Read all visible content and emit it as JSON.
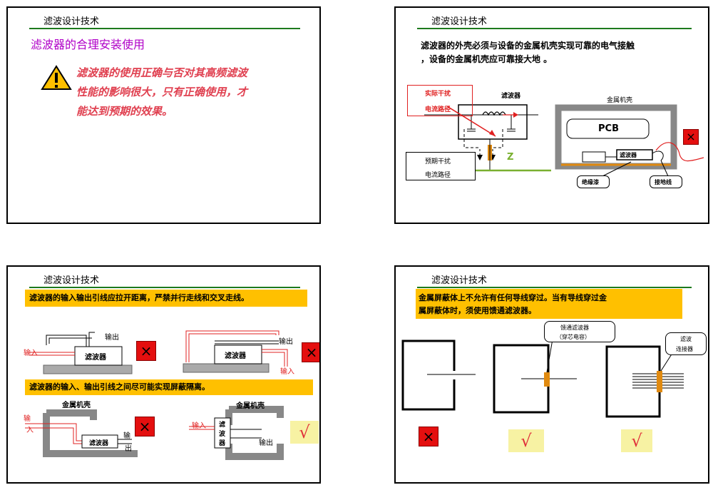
{
  "header": "滤波设计技术",
  "slide1": {
    "subtitle": "滤波器的合理安装使用",
    "warning_line1": "滤波器的使用正确与否对其高频滤波",
    "warning_line2": "性能的影响很大，只有正确使用，才",
    "warning_line3": "能达到预期的效果。"
  },
  "slide2": {
    "text_line1": "滤波器的外壳必须与设备的金属机壳实现可靠的电气接触",
    "text_line2": "，设备的金属机壳应可靠接大地 。",
    "actual_line1": "实际干扰",
    "actual_line2": "电流路径",
    "filter_label": "滤波器",
    "expected_line1": "预期干扰",
    "expected_line2": "电流路径",
    "z_label": "Z",
    "chassis_label": "金属机壳",
    "pcb_label": "PCB",
    "filter_small": "滤波器",
    "insulation_label": "绝缘漆",
    "ground_label": "接地线",
    "x_mark": "×"
  },
  "slide3": {
    "banner1": "滤波器的输入输出引线应拉开距离，严禁并行走线和交叉走线。",
    "banner2": "滤波器的输入、输出引线之间尽可能实现屏蔽隔离。",
    "out_label": "输出",
    "in_label": "输入",
    "filter_label": "滤波器",
    "chassis_label": "金属机壳",
    "in_v1": "输",
    "in_v2": "入",
    "out_v1": "输",
    "out_v2": "出",
    "filter_v1": "滤",
    "filter_v2": "波",
    "filter_v3": "器",
    "x_mark": "×",
    "check_mark": "√"
  },
  "slide4": {
    "banner_line1": "金属屏蔽体上不允许有任何导线穿过。当有导线穿过金",
    "banner_line2": "属屏蔽体时，须使用馈通滤波器。",
    "callout1_line1": "馈通滤波器",
    "callout1_line2": "（穿芯电容）",
    "callout2_line1": "滤波",
    "callout2_line2": "连接器",
    "x_mark": "×",
    "check_mark": "√"
  }
}
